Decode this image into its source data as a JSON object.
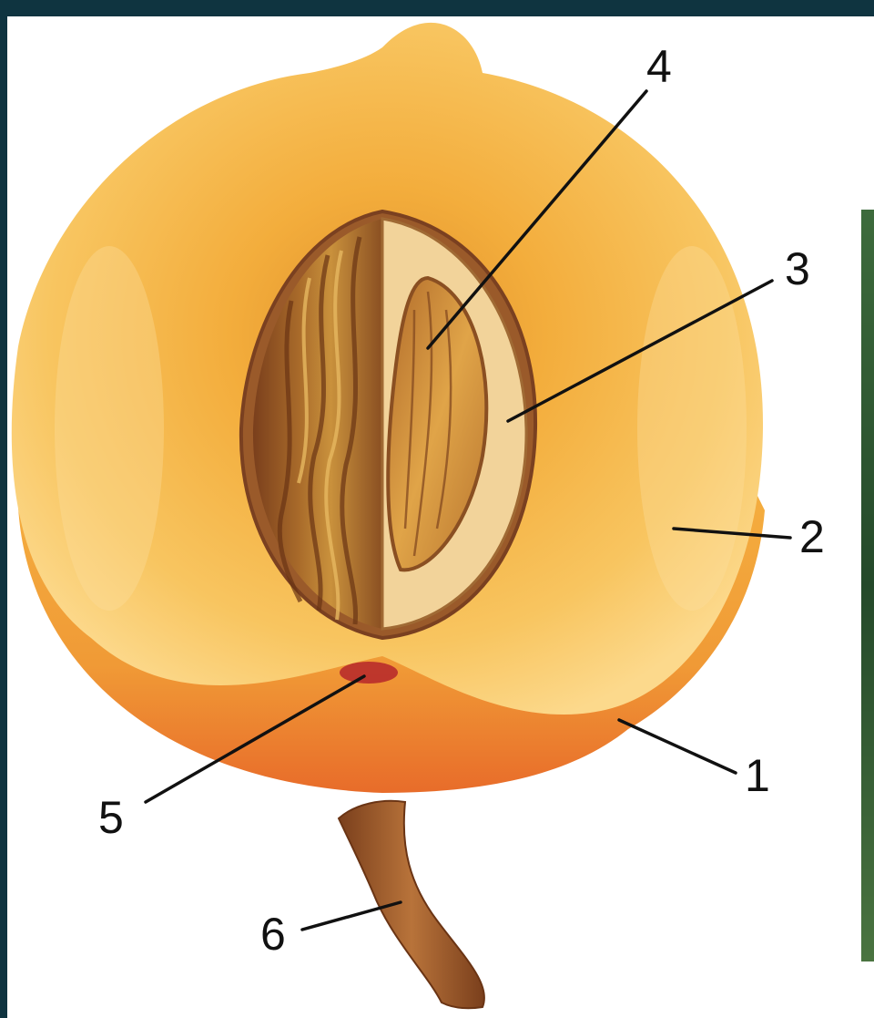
{
  "colors": {
    "frame": "#0f3440",
    "panel": "#ffffff",
    "skin": "#f3a637",
    "skin_dark": "#e8742a",
    "flesh": "#f6bb44",
    "flesh_light": "#fbd98a",
    "seed_shell": "#8b5a2b",
    "seed_inner": "#f2d8a0",
    "kernel": "#c98a3a",
    "stem": "#9c5a2e",
    "leader_line": "#111111",
    "side_photo": "#2f5a34"
  },
  "callouts": [
    {
      "id": "1",
      "label": "1"
    },
    {
      "id": "2",
      "label": "2"
    },
    {
      "id": "3",
      "label": "3"
    },
    {
      "id": "4",
      "label": "4"
    },
    {
      "id": "5",
      "label": "5"
    },
    {
      "id": "6",
      "label": "6"
    }
  ]
}
